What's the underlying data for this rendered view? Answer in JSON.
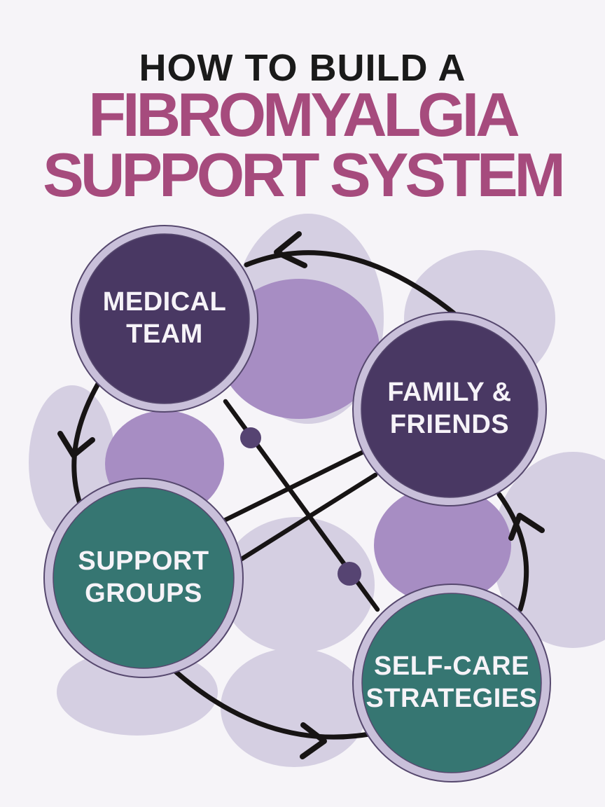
{
  "title": {
    "prefix": "HOW TO BUILD A",
    "line1": "FIBROMYALGIA",
    "line2": "SUPPORT SYSTEM"
  },
  "nodes": [
    {
      "id": "medical-team",
      "line1": "MEDICAL",
      "line2": "TEAM",
      "color_key": "node_purple"
    },
    {
      "id": "family-friends",
      "line1": "FAMILY &",
      "line2": "FRIENDS",
      "color_key": "node_purple"
    },
    {
      "id": "support-groups",
      "line1": "SUPPORT",
      "line2": "GROUPS",
      "color_key": "node_teal"
    },
    {
      "id": "self-care-strategies",
      "line1": "SELF-CARE",
      "line2": "STRATEGIES",
      "color_key": "node_teal"
    }
  ],
  "connections": {
    "cycle_arrows": [
      {
        "from": "family-friends",
        "to": "medical-team"
      },
      {
        "from": "medical-team",
        "to": "support-groups"
      },
      {
        "from": "support-groups",
        "to": "self-care-strategies"
      },
      {
        "from": "self-care-strategies",
        "to": "family-friends"
      }
    ],
    "cross_links": [
      {
        "from": "medical-team",
        "to": "self-care-strategies"
      },
      {
        "from": "family-friends",
        "to": "support-groups"
      },
      {
        "from": "family-friends",
        "to": "support-groups"
      }
    ]
  },
  "colors": {
    "background": "#f6f4f8",
    "title_dark": "#1a1a1a",
    "title_accent": "#a64b7d",
    "node_purple": "#493863",
    "node_teal": "#367672",
    "ring": "#c9c0da",
    "ring_outline": "#56486e",
    "connector": "#171414",
    "dot": "#564472",
    "blob_light": "#d5cfe2",
    "blob_medium": "#a78dc3",
    "label_text": "#f6f3f8"
  }
}
